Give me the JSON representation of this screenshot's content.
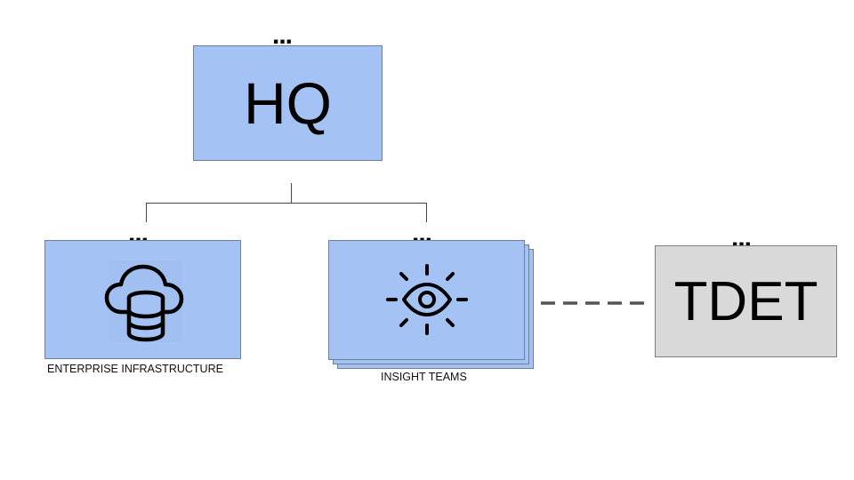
{
  "nodes": {
    "hq": {
      "label": "HQ",
      "menu": "..."
    },
    "enterprise": {
      "caption": "ENTERPRISE INFRASTRUCTURE",
      "menu": "...",
      "icon": "cloud-database-icon"
    },
    "insight": {
      "caption": "INSIGHT TEAMS",
      "menu": "...",
      "icon": "eye-icon"
    },
    "tdet": {
      "label": "TDET",
      "menu": "..."
    }
  },
  "colors": {
    "node_fill_blue": "#a4c2f4",
    "node_fill_grey": "#d9d9d9",
    "connector": "#444444",
    "dashed_connector": "#555555"
  }
}
